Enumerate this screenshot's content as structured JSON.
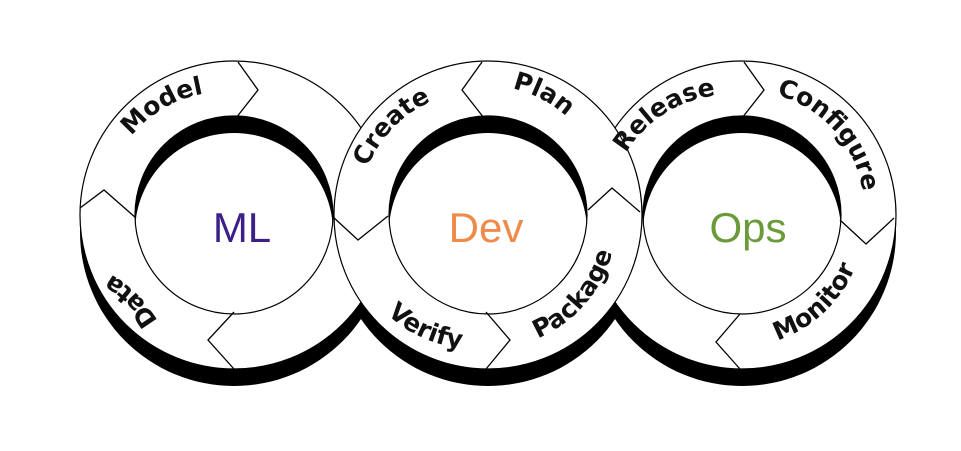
{
  "colors": {
    "ml": "#3c1f87",
    "dev": "#f08a4b",
    "ops": "#6a9a3a",
    "outline": "#000000",
    "shadow": "#000000",
    "text": "#111111"
  },
  "loops": [
    {
      "id": "ml",
      "title": "ML",
      "steps": [
        "Model",
        "Data"
      ]
    },
    {
      "id": "dev",
      "title": "Dev",
      "steps": [
        "Create",
        "Plan",
        "Verify",
        "Package"
      ]
    },
    {
      "id": "ops",
      "title": "Ops",
      "steps": [
        "Release",
        "Configure",
        "Monitor"
      ]
    }
  ]
}
